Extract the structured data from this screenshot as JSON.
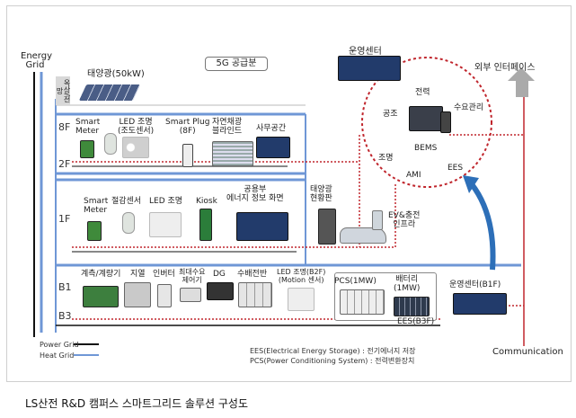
{
  "labels": {
    "energy_grid": "Energy\nGrid",
    "rooftop": "옥상/전망",
    "supply_5g": "5G 공급분",
    "solar_50kw": "태양광(50kW)",
    "floor_8f": "8F",
    "floor_2f": "2F",
    "floor_1f": "1F",
    "floor_b1": "B1",
    "floor_b3": "B3",
    "smart_meter_8f": "Smart\nMeter",
    "led_8f": "LED 조명\n(조도센서)",
    "smart_plug": "Smart Plug\n(8F)",
    "blind": "자연채광\n블라인드",
    "office": "사무공간",
    "smart_meter_1f": "Smart\nMeter",
    "saving_sensor": "절감센서",
    "led_1f": "LED 조명",
    "kiosk": "Kiosk",
    "public_energy": "공용부\n에너지 정보 화면",
    "solar_board": "태양광\n현황판",
    "ev": "EV&충전\n인프라",
    "metering": "계측/계량기",
    "geothermal": "지열",
    "inverter": "인버터",
    "max_demand": "최대수요\n제어기",
    "dg": "DG",
    "substation": "수배전반",
    "led_b2f": "LED 조명(B2F)\n(Motion 센서)",
    "pcs": "PCS(1MW)",
    "battery": "배터리\n(1MW)",
    "ees_b3f": "EES(B3F)",
    "op_center": "운영센터",
    "op_center_b1f": "운영센터(B1F)",
    "external_interface": "외부 인터페이스",
    "power": "전력",
    "demand_mgmt": "수요관리",
    "hvac": "공조",
    "lighting": "조명",
    "bems": "BEMS",
    "ami": "AMI",
    "ees": "EES",
    "communication": "Communication",
    "power_grid": "Power Grid",
    "heat_grid": "Heat Grid",
    "ees_def": "EES(Electrical Energy Storage) : 전기에너지 저장",
    "pcs_def": "PCS(Power Conditioning System) : 전력변환장치",
    "caption": "LS산전 R&D 캠퍼스 스마트그리드 솔루션 구성도"
  },
  "colors": {
    "heat_grid": "#6f97d6",
    "power_grid": "#111111",
    "communication": "#c0262d",
    "arrow": "#2d6fb8"
  }
}
